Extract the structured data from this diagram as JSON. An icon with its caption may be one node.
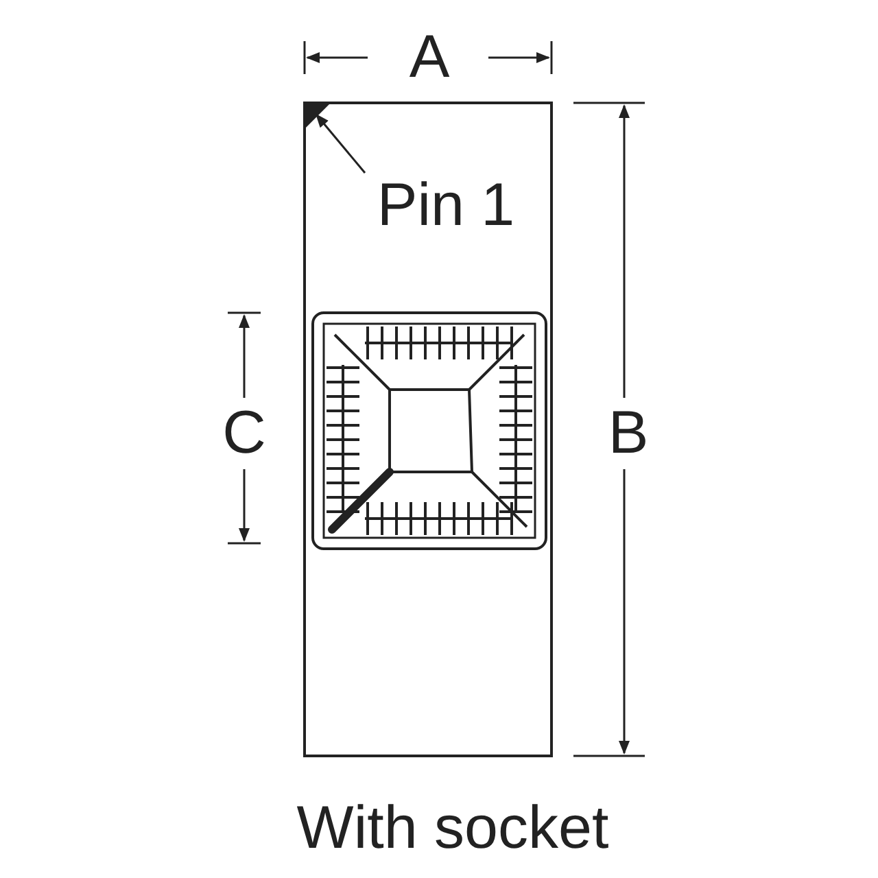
{
  "diagram": {
    "caption": "With socket",
    "nodes": [
      {
        "text": [
          "Pin 1"
        ]
      },
      {
        "text": [],
        "shape": "triangle"
      }
    ],
    "edges": [
      {
        "from": 0,
        "to": 1,
        "arrow": "to"
      }
    ],
    "labels": [
      "A",
      "C",
      "B"
    ]
  }
}
